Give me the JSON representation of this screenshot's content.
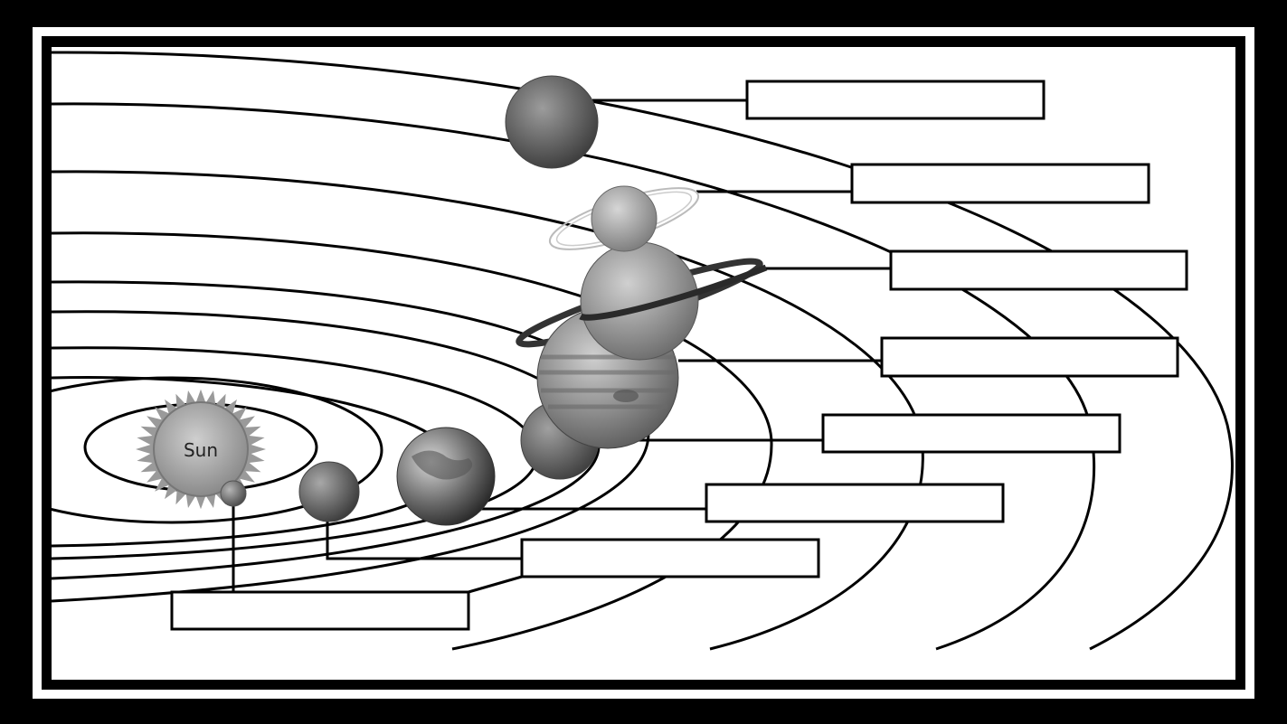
{
  "diagram": {
    "sun": {
      "label": "Sun"
    },
    "planets": [
      {
        "name": "mercury",
        "answer": ""
      },
      {
        "name": "venus",
        "answer": ""
      },
      {
        "name": "earth",
        "answer": ""
      },
      {
        "name": "mars",
        "answer": ""
      },
      {
        "name": "jupiter",
        "answer": ""
      },
      {
        "name": "saturn",
        "answer": ""
      },
      {
        "name": "uranus",
        "answer": ""
      },
      {
        "name": "neptune",
        "answer": ""
      }
    ]
  },
  "colors": {
    "frame": "#000000",
    "paper": "#ffffff",
    "line": "#000000"
  }
}
